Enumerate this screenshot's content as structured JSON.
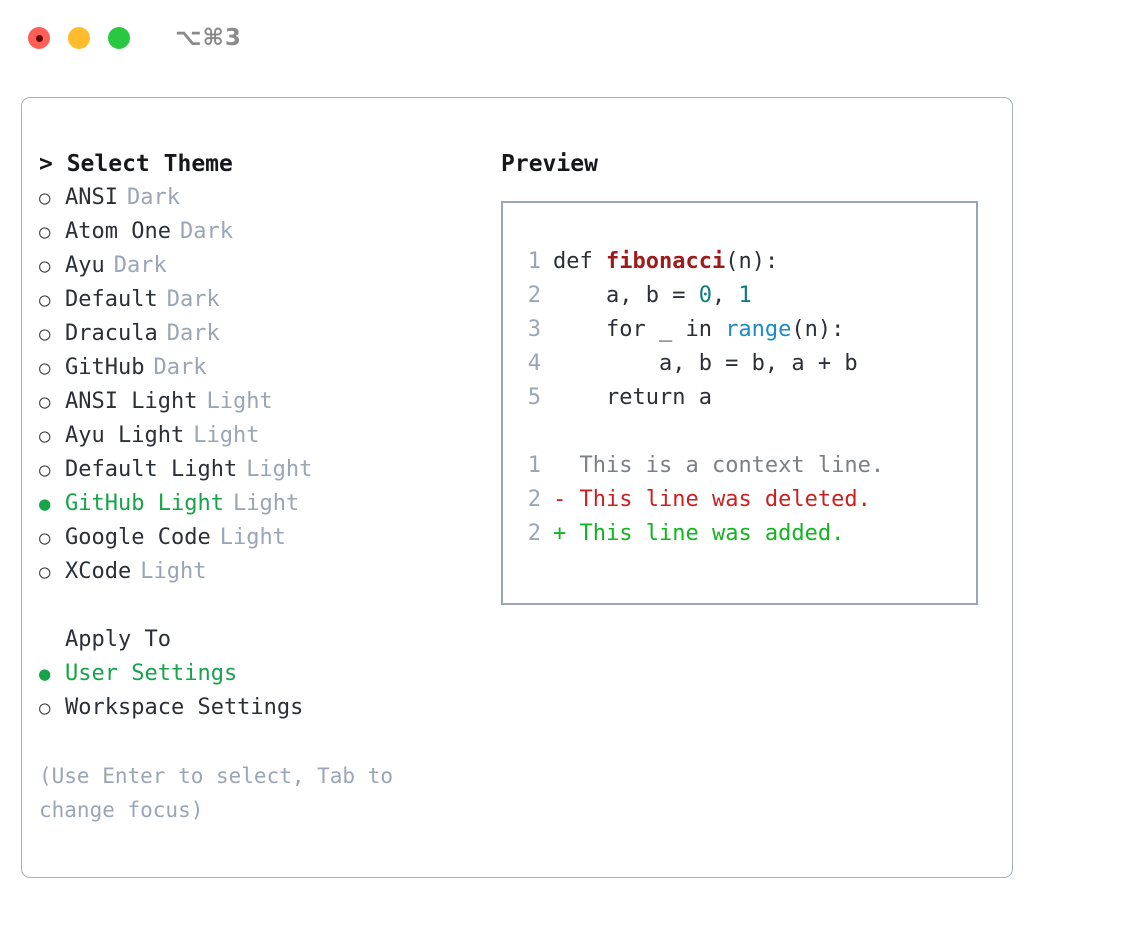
{
  "titlebar": {
    "shortcut": "⌥⌘3",
    "buttons": [
      "close",
      "minimize",
      "zoom"
    ]
  },
  "theme_list": {
    "header": "> Select Theme",
    "marker_unselected": "○",
    "marker_selected": "●",
    "items": [
      {
        "marker": "○",
        "label": "ANSI",
        "tag": "Dark",
        "selected": false
      },
      {
        "marker": "○",
        "label": "Atom One",
        "tag": "Dark",
        "selected": false
      },
      {
        "marker": "○",
        "label": "Ayu",
        "tag": "Dark",
        "selected": false
      },
      {
        "marker": "○",
        "label": "Default",
        "tag": "Dark",
        "selected": false
      },
      {
        "marker": "○",
        "label": "Dracula",
        "tag": "Dark",
        "selected": false
      },
      {
        "marker": "○",
        "label": "GitHub",
        "tag": "Dark",
        "selected": false
      },
      {
        "marker": "○",
        "label": "ANSI Light",
        "tag": "Light",
        "selected": false
      },
      {
        "marker": "○",
        "label": "Ayu Light",
        "tag": "Light",
        "selected": false
      },
      {
        "marker": "○",
        "label": "Default Light",
        "tag": "Light",
        "selected": false
      },
      {
        "marker": "●",
        "label": "GitHub Light",
        "tag": "Light",
        "selected": true
      },
      {
        "marker": "○",
        "label": "Google Code",
        "tag": "Light",
        "selected": false
      },
      {
        "marker": "○",
        "label": "XCode",
        "tag": "Light",
        "selected": false
      }
    ]
  },
  "apply_to": {
    "header": "Apply To",
    "items": [
      {
        "marker": "●",
        "label": "User Settings",
        "selected": true
      },
      {
        "marker": "○",
        "label": "Workspace Settings",
        "selected": false
      }
    ]
  },
  "hint": "(Use Enter to select, Tab to change focus)",
  "preview": {
    "title": "Preview",
    "code_lines": [
      {
        "no": "1",
        "segments": [
          {
            "text": "def ",
            "style": "plain"
          },
          {
            "text": "fibonacci",
            "style": "fn"
          },
          {
            "text": "(n):",
            "style": "plain"
          }
        ]
      },
      {
        "no": "2",
        "segments": [
          {
            "text": "    a, b = ",
            "style": "plain"
          },
          {
            "text": "0",
            "style": "num"
          },
          {
            "text": ", ",
            "style": "plain"
          },
          {
            "text": "1",
            "style": "num"
          }
        ]
      },
      {
        "no": "3",
        "segments": [
          {
            "text": "    for _ in ",
            "style": "plain"
          },
          {
            "text": "range",
            "style": "call"
          },
          {
            "text": "(n):",
            "style": "plain"
          }
        ]
      },
      {
        "no": "4",
        "segments": [
          {
            "text": "        a, b = b, a + b",
            "style": "plain"
          }
        ]
      },
      {
        "no": "5",
        "segments": [
          {
            "text": "    return a",
            "style": "plain"
          }
        ]
      }
    ],
    "diff_lines": [
      {
        "no": "1",
        "sign": "  ",
        "text": "This is a context line.",
        "kind": "context"
      },
      {
        "no": "2",
        "sign": "- ",
        "text": "This line was deleted.",
        "kind": "deleted"
      },
      {
        "no": "2",
        "sign": "+ ",
        "text": "This line was added.",
        "kind": "added"
      }
    ]
  },
  "colors": {
    "accent_green": "#16a34a",
    "diff_add": "#12b520",
    "diff_del": "#cc1f1f",
    "muted": "#9aa5b5",
    "border": "#a7b0bf",
    "fn": "#9e1b1b",
    "num": "#0d7d7d",
    "call": "#1a8cc8"
  }
}
